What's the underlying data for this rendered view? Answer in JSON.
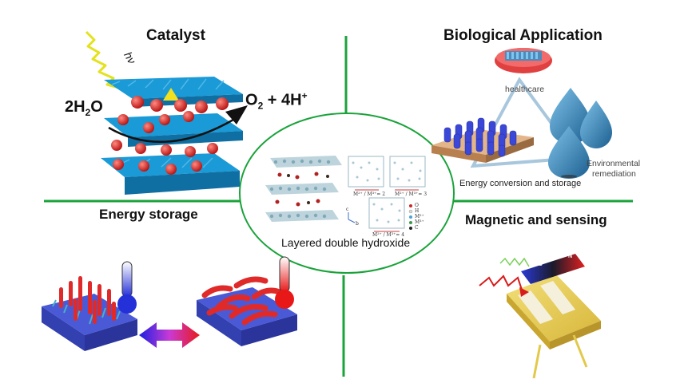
{
  "center": {
    "label": "Layered double hydroxide"
  },
  "quadrants": {
    "catalyst": {
      "title": "Catalyst",
      "light_label": "hν",
      "reactant": "2H",
      "reactant_sub": "2",
      "reactant_end": "O",
      "product_o": "O",
      "product_sub": "2",
      "product_rest": " + 4H",
      "product_sup": "+"
    },
    "biological": {
      "title": "Biological Application",
      "healthcare": "healthcare",
      "environmental_1": "Environmental",
      "environmental_2": "remediation",
      "energy": "Energy conversion and storage"
    },
    "energy_storage": {
      "title": "Energy storage"
    },
    "magnetic": {
      "title": "Magnetic and sensing",
      "magnet_s": "S",
      "magnet_n": "N"
    }
  },
  "structure_labels": {
    "ratio_2": "M²⁺ / M³⁺= 2",
    "ratio_3": "M²⁺ / M³⁺= 3",
    "ratio_4": "M²⁺ / M³⁺= 4",
    "legend": [
      "O",
      "H",
      "M²⁺",
      "M³⁺",
      "C"
    ],
    "axis_c": "c",
    "axis_b": "b"
  },
  "colors": {
    "divider": "#1aa33a",
    "sheet": "#1a9ad6",
    "sphere": "#e0201f",
    "gold": "#e3c94a",
    "copper": "#d9a070",
    "cylinder": "#3b47d6",
    "drop": "#2f7fb3"
  }
}
